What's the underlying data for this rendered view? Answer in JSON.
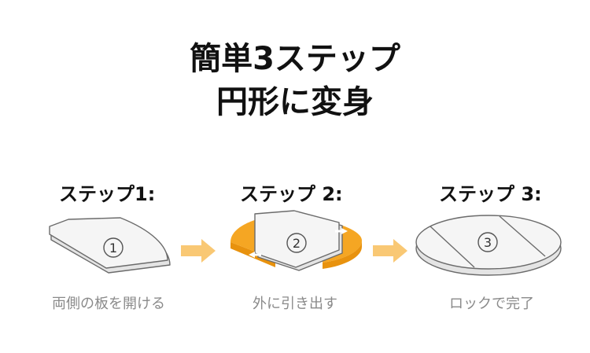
{
  "heading": {
    "line1": "簡単3ステップ",
    "line2": "円形に変身"
  },
  "steps": [
    {
      "label": "ステップ1:",
      "number": "1",
      "caption": "両側の板を開ける"
    },
    {
      "label": "ステップ 2:",
      "number": "2",
      "caption": "外に引き出す"
    },
    {
      "label": "ステップ 3:",
      "number": "3",
      "caption": "ロックで完了"
    }
  ],
  "colors": {
    "accent": "#F5A623",
    "arrow": "#F9C874",
    "board": "#F4F4F4",
    "outline": "#6B6B6B"
  },
  "icons": [
    "right-arrow-icon",
    "slide-arrow-icon"
  ]
}
